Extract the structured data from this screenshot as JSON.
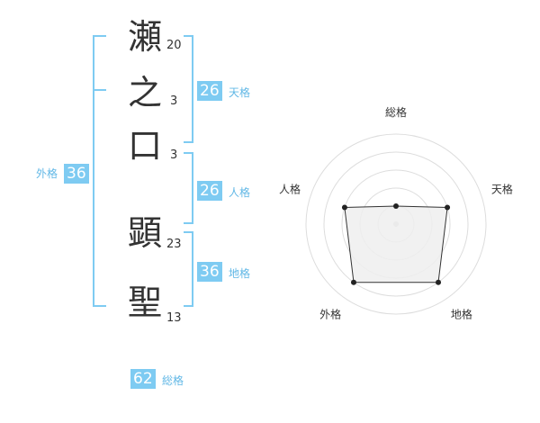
{
  "name": {
    "characters": [
      {
        "char": "瀬",
        "strokes": "20"
      },
      {
        "char": "之",
        "strokes": "3"
      },
      {
        "char": "口",
        "strokes": "3"
      },
      {
        "char": "顕",
        "strokes": "23"
      },
      {
        "char": "聖",
        "strokes": "13"
      }
    ]
  },
  "fortune": {
    "tenkaku": {
      "value": "26",
      "label": "天格"
    },
    "jinkaku": {
      "value": "26",
      "label": "人格"
    },
    "chikaku": {
      "value": "36",
      "label": "地格"
    },
    "gaikaku": {
      "value": "36",
      "label": "外格"
    },
    "soukaku": {
      "value": "62",
      "label": "総格"
    }
  },
  "radar": {
    "axes": [
      "総格",
      "天格",
      "地格",
      "外格",
      "人格"
    ],
    "levels": [
      1,
      3,
      4,
      4,
      3
    ],
    "max_level": 5,
    "colors": {
      "fill": "#efefef",
      "line": "#333333",
      "ring": "#dddddd",
      "dot": "#222222"
    }
  }
}
